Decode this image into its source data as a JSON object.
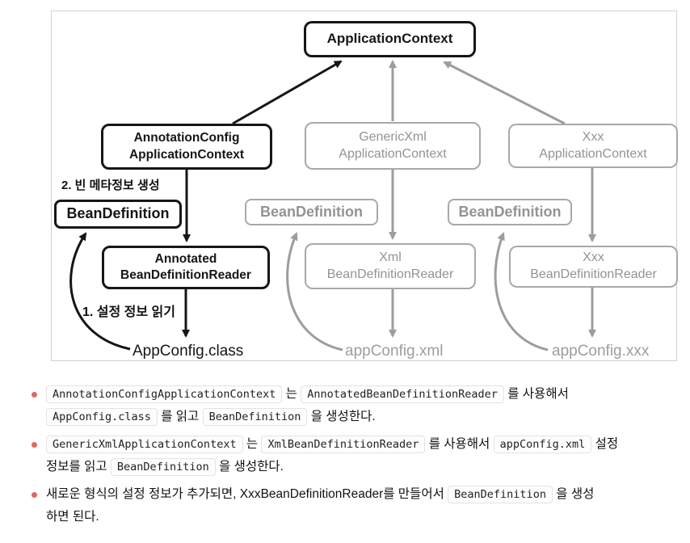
{
  "diagram": {
    "colors": {
      "black": "#161616",
      "gray": "#9d9d9d",
      "border": "#cfcfcf"
    },
    "nodes": {
      "application_context": {
        "label": "ApplicationContext"
      },
      "annotation_config": {
        "line1": "AnnotationConfig",
        "line2": "ApplicationContext"
      },
      "generic_xml": {
        "line1": "GenericXml",
        "line2": "ApplicationContext"
      },
      "xxx_context": {
        "line1": "Xxx",
        "line2": "ApplicationContext"
      },
      "bean_definition_main": {
        "label": "BeanDefinition"
      },
      "bean_definition_xml": {
        "label": "BeanDefinition"
      },
      "bean_definition_xxx": {
        "label": "BeanDefinition"
      },
      "annotated_reader": {
        "line1": "Annotated",
        "line2": "BeanDefinitionReader"
      },
      "xml_reader": {
        "line1": "Xml",
        "line2": "BeanDefinitionReader"
      },
      "xxx_reader": {
        "line1": "Xxx",
        "line2": "BeanDefinitionReader"
      }
    },
    "labels": {
      "step2": "2. 빈 메타정보 생성",
      "step1": "1. 설정 정보 읽기",
      "app_config_class": "AppConfig.class",
      "app_config_xml": "appConfig.xml",
      "app_config_xxx": "appConfig.xxx"
    }
  },
  "notes": {
    "bullet_color": "#e06666",
    "items": [
      {
        "segments": [
          {
            "type": "code",
            "value": "AnnotationConfigApplicationContext"
          },
          {
            "type": "text",
            "value": " 는 "
          },
          {
            "type": "code",
            "value": "AnnotatedBeanDefinitionReader"
          },
          {
            "type": "text",
            "value": " 를 사용해서"
          },
          {
            "type": "br"
          },
          {
            "type": "code",
            "value": "AppConfig.class"
          },
          {
            "type": "text",
            "value": " 를 읽고 "
          },
          {
            "type": "code",
            "value": "BeanDefinition"
          },
          {
            "type": "text",
            "value": " 을 생성한다."
          }
        ]
      },
      {
        "segments": [
          {
            "type": "code",
            "value": "GenericXmlApplicationContext"
          },
          {
            "type": "text",
            "value": " 는 "
          },
          {
            "type": "code",
            "value": "XmlBeanDefinitionReader"
          },
          {
            "type": "text",
            "value": " 를 사용해서 "
          },
          {
            "type": "code",
            "value": "appConfig.xml"
          },
          {
            "type": "text",
            "value": " 설정"
          },
          {
            "type": "br"
          },
          {
            "type": "text",
            "value": "정보를 읽고 "
          },
          {
            "type": "code",
            "value": "BeanDefinition"
          },
          {
            "type": "text",
            "value": " 을 생성한다."
          }
        ]
      },
      {
        "segments": [
          {
            "type": "text",
            "value": "새로운 형식의 설정 정보가 추가되면, XxxBeanDefinitionReader를 만들어서 "
          },
          {
            "type": "code",
            "value": "BeanDefinition"
          },
          {
            "type": "text",
            "value": " 을 생성"
          },
          {
            "type": "br"
          },
          {
            "type": "text",
            "value": "하면 된다."
          }
        ]
      }
    ]
  }
}
